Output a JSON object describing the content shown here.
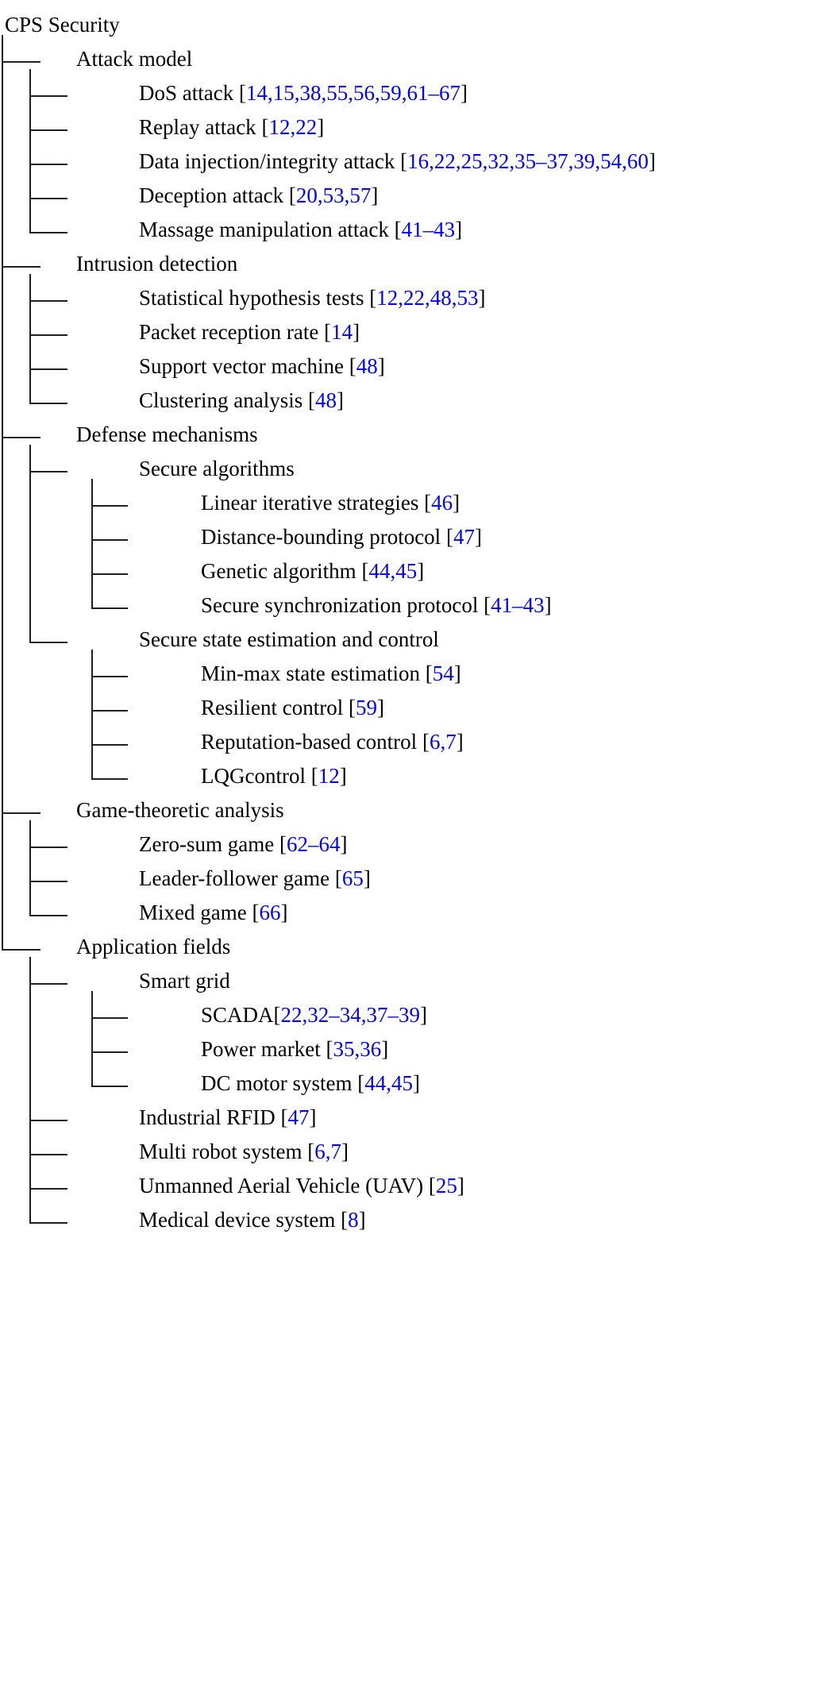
{
  "diagram": {
    "title": "CPS Security",
    "type": "taxonomy-tree",
    "reference_color": "#0000ff",
    "text_color": "#000000",
    "line_color": "#231f20",
    "background": "#ffffff"
  },
  "nodes": [
    {
      "id": "root",
      "level": 0,
      "label": "CPS Security",
      "refs": "",
      "open": "",
      "close": ""
    },
    {
      "id": "attack-model",
      "level": 1,
      "label": "Attack model",
      "refs": "",
      "open": "",
      "close": ""
    },
    {
      "id": "dos",
      "level": 2,
      "label": "DoS attack ",
      "refs": "14,15,38,55,56,59,61–67",
      "open": "[",
      "close": "]"
    },
    {
      "id": "replay",
      "level": 2,
      "label": "Replay attack ",
      "refs": "12,22",
      "open": "[",
      "close": "]"
    },
    {
      "id": "data-injection",
      "level": 2,
      "label": "Data injection/integrity attack ",
      "refs": "16,22,25,32,35–37,39,54,60",
      "open": "[",
      "close": "]"
    },
    {
      "id": "deception",
      "level": 2,
      "label": "Deception attack ",
      "refs": "20,53,57",
      "open": "[",
      "close": "]"
    },
    {
      "id": "massage",
      "level": 2,
      "label": "Massage manipulation attack ",
      "refs": "41–43",
      "open": "[",
      "close": "]"
    },
    {
      "id": "intrusion",
      "level": 1,
      "label": "Intrusion detection",
      "refs": "",
      "open": "",
      "close": ""
    },
    {
      "id": "stat-tests",
      "level": 2,
      "label": "Statistical hypothesis tests ",
      "refs": "12,22,48,53",
      "open": "[",
      "close": "]"
    },
    {
      "id": "packet-rate",
      "level": 2,
      "label": "Packet reception rate ",
      "refs": "14",
      "open": "[",
      "close": "]"
    },
    {
      "id": "svm",
      "level": 2,
      "label": "Support vector machine ",
      "refs": "48",
      "open": "[",
      "close": "]"
    },
    {
      "id": "clustering",
      "level": 2,
      "label": "Clustering analysis ",
      "refs": "48",
      "open": "[",
      "close": "]"
    },
    {
      "id": "defense",
      "level": 1,
      "label": "Defense mechanisms",
      "refs": "",
      "open": "",
      "close": ""
    },
    {
      "id": "secure-algs",
      "level": 2,
      "label": "Secure algorithms",
      "refs": "",
      "open": "",
      "close": ""
    },
    {
      "id": "linear-iter",
      "level": 3,
      "label": "Linear iterative strategies ",
      "refs": "46",
      "open": "[",
      "close": "]"
    },
    {
      "id": "dist-bound",
      "level": 3,
      "label": "Distance-bounding protocol ",
      "refs": "47",
      "open": "[",
      "close": "]"
    },
    {
      "id": "genetic",
      "level": 3,
      "label": "Genetic algorithm ",
      "refs": "44,45",
      "open": "[",
      "close": "]"
    },
    {
      "id": "secure-sync",
      "level": 3,
      "label": "Secure synchronization protocol ",
      "refs": "41–43",
      "open": "[",
      "close": "]"
    },
    {
      "id": "secure-state",
      "level": 2,
      "label": "Secure state estimation and control",
      "refs": "",
      "open": "",
      "close": ""
    },
    {
      "id": "min-max",
      "level": 3,
      "label": "Min-max state estimation ",
      "refs": "54",
      "open": "[",
      "close": "]"
    },
    {
      "id": "resilient",
      "level": 3,
      "label": "Resilient control ",
      "refs": "59",
      "open": "[",
      "close": "]"
    },
    {
      "id": "reputation",
      "level": 3,
      "label": "Reputation-based control ",
      "refs": "6,7",
      "open": "[",
      "close": "]"
    },
    {
      "id": "lqg",
      "level": 3,
      "label": "LQGcontrol ",
      "refs": "12",
      "open": "[",
      "close": "]"
    },
    {
      "id": "game-theory",
      "level": 1,
      "label": "Game-theoretic analysis",
      "refs": "",
      "open": "",
      "close": ""
    },
    {
      "id": "zero-sum",
      "level": 2,
      "label": "Zero-sum game ",
      "refs": "62–64",
      "open": "[",
      "close": "]"
    },
    {
      "id": "leader-follow",
      "level": 2,
      "label": "Leader-follower game ",
      "refs": "65",
      "open": "[",
      "close": "]"
    },
    {
      "id": "mixed-game",
      "level": 2,
      "label": "Mixed game ",
      "refs": "66",
      "open": "[",
      "close": "]"
    },
    {
      "id": "app-fields",
      "level": 1,
      "label": "Application fields",
      "refs": "",
      "open": "",
      "close": ""
    },
    {
      "id": "smart-grid",
      "level": 2,
      "label": "Smart grid",
      "refs": "",
      "open": "",
      "close": ""
    },
    {
      "id": "scada",
      "level": 3,
      "label": "SCADA",
      "refs": "22,32–34,37–39",
      "open": "[",
      "close": "]"
    },
    {
      "id": "power-market",
      "level": 3,
      "label": "Power market ",
      "refs": "35,36",
      "open": "[",
      "close": "]"
    },
    {
      "id": "dc-motor",
      "level": 3,
      "label": "DC motor system ",
      "refs": "44,45",
      "open": "[",
      "close": "]"
    },
    {
      "id": "industrial-rfid",
      "level": 2,
      "label": "Industrial RFID ",
      "refs": "47",
      "open": "[",
      "close": "]"
    },
    {
      "id": "multi-robot",
      "level": 2,
      "label": "Multi robot system ",
      "refs": "6,7",
      "open": "[",
      "close": "]"
    },
    {
      "id": "uav",
      "level": 2,
      "label": "Unmanned Aerial Vehicle (UAV) ",
      "refs": "25",
      "open": "[",
      "close": "]"
    },
    {
      "id": "medical",
      "level": 2,
      "label": "Medical device system ",
      "refs": "8",
      "open": "[",
      "close": "]"
    }
  ],
  "layout": {
    "level_x_trunk": [
      2,
      37,
      115,
      196
    ],
    "level_x_text": [
      6,
      96,
      175,
      253
    ],
    "row_y": [
      18,
      60,
      103,
      146,
      189,
      232,
      275,
      318,
      361,
      404,
      447,
      490,
      536,
      579,
      622,
      665,
      708,
      751,
      799,
      842,
      885,
      928,
      971,
      1016,
      1059,
      1102,
      1145,
      1190,
      1233,
      1276,
      1319,
      1362,
      1405,
      1448,
      1491,
      1534
    ]
  }
}
